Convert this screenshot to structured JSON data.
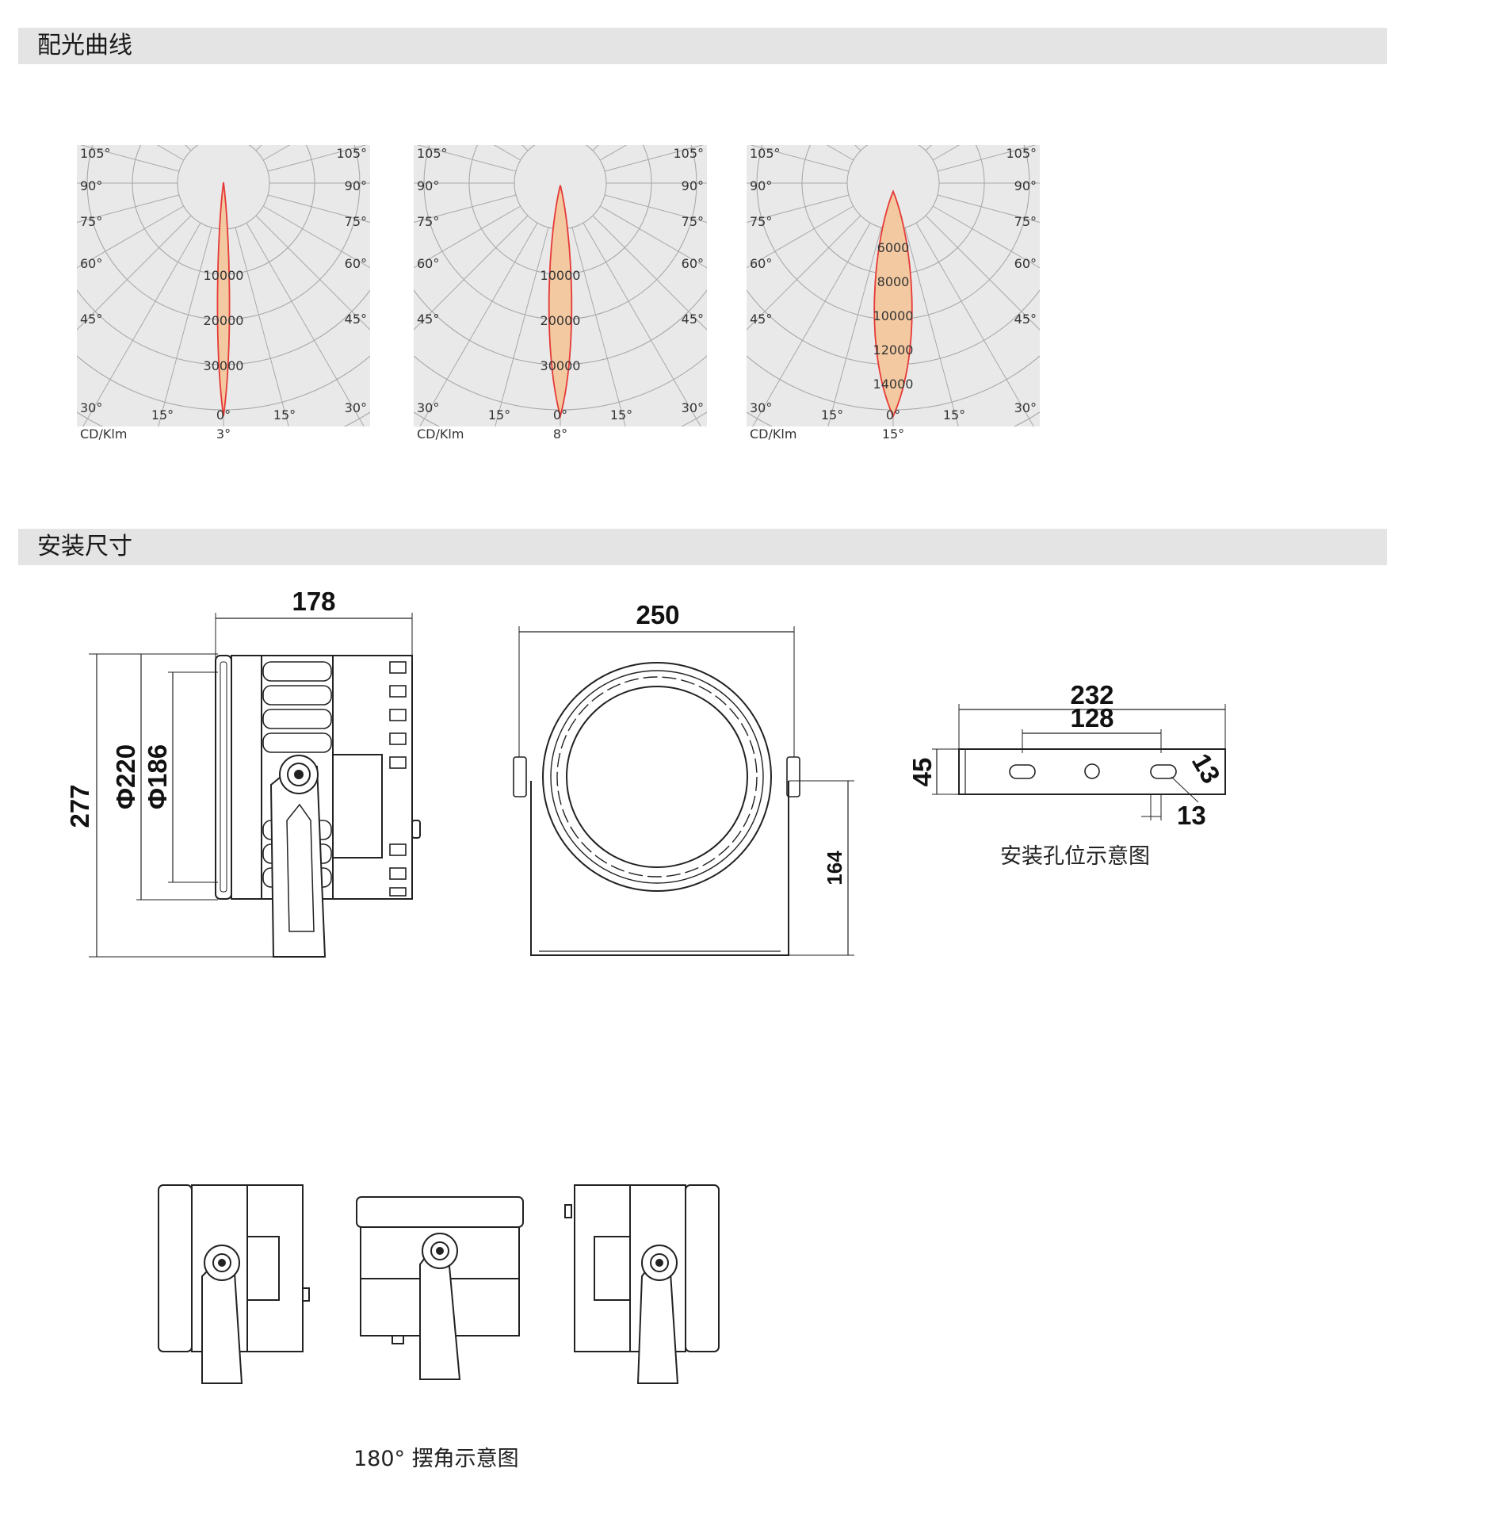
{
  "sections": {
    "light_distribution": {
      "title": "配光曲线"
    },
    "installation": {
      "title": "安装尺寸"
    }
  },
  "chart_data": [
    {
      "type": "polar",
      "unit_label": "CD/Klm",
      "beam_angle_label": "3°",
      "angle_labels": [
        "105°",
        "90°",
        "75°",
        "60°",
        "45°",
        "30°",
        "15°",
        "0°"
      ],
      "radial_ticks": [
        "10000",
        "20000",
        "30000"
      ],
      "radial_max": 40000,
      "beam_angle_deg": 3,
      "peak_intensity": 40000
    },
    {
      "type": "polar",
      "unit_label": "CD/Klm",
      "beam_angle_label": "8°",
      "angle_labels": [
        "105°",
        "90°",
        "75°",
        "60°",
        "45°",
        "30°",
        "15°",
        "0°"
      ],
      "radial_ticks": [
        "10000",
        "20000",
        "30000"
      ],
      "radial_max": 40000,
      "beam_angle_deg": 8,
      "peak_intensity": 39500
    },
    {
      "type": "polar",
      "unit_label": "CD/Klm",
      "beam_angle_label": "15°",
      "angle_labels": [
        "105°",
        "90°",
        "75°",
        "60°",
        "45°",
        "30°",
        "15°",
        "0°"
      ],
      "radial_ticks": [
        "6000",
        "8000",
        "10000",
        "12000",
        "14000"
      ],
      "radial_ticks_values": [
        6000,
        8000,
        10000,
        12000,
        14000
      ],
      "radial_max": 18000,
      "beam_angle_deg": 15,
      "peak_intensity": 17300
    }
  ],
  "dimensions": {
    "side_width": "178",
    "side_height": "277",
    "outer_diameter": "Φ220",
    "inner_diameter": "Φ186",
    "front_width": "250",
    "front_height": "164",
    "bracket_length": "232",
    "hole_spacing": "128",
    "bracket_height": "45",
    "slot_size_a": "13",
    "slot_size_b": "13",
    "hole_caption": "安装孔位示意图"
  },
  "swing": {
    "caption": "180° 摆角示意图"
  },
  "colors": {
    "chart_bg": "#e9e9e9",
    "grid": "#a9a9a9",
    "curve_stroke": "#e53935",
    "curve_fill": "#f3c9a2",
    "section_bar": "#e4e4e4"
  }
}
